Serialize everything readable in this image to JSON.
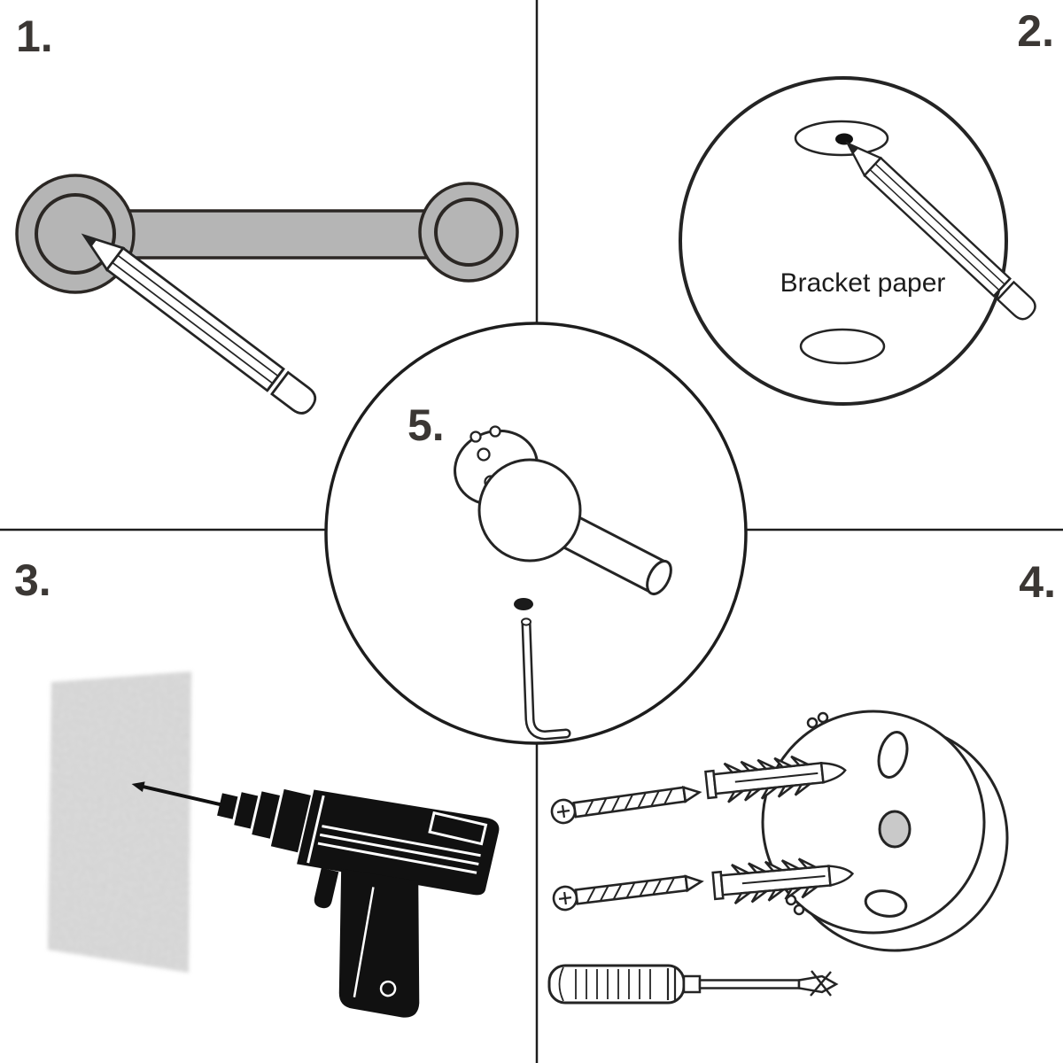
{
  "steps": {
    "step1": {
      "label": "1."
    },
    "step2": {
      "label": "2.",
      "caption": "Bracket paper"
    },
    "step3": {
      "label": "3."
    },
    "step4": {
      "label": "4."
    },
    "step5": {
      "label": "5."
    }
  },
  "illustrations": {
    "step1": "mark-holes-through-towel-bar-flange-with-pencil",
    "step2": "mark-drill-points-on-bracket-paper-template",
    "step3": "drill-holes-in-wall",
    "step4": "insert-anchors-and-screw-bracket-to-wall",
    "step5": "tighten-flange-set-screw-with-allen-key"
  },
  "colors": {
    "line": "#242424",
    "towel_bar_fill": "#b5b5b5",
    "label_text": "#3b3734",
    "hole_shade": "#c9c9c9",
    "background": "#ffffff"
  }
}
